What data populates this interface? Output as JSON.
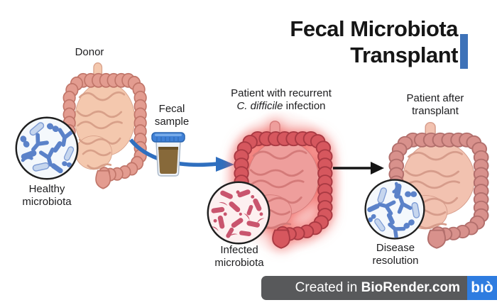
{
  "title": {
    "line1": "Fecal Microbiota",
    "line2": "Transplant"
  },
  "labels": {
    "donor": "Donor",
    "fecal_sample": "Fecal sample",
    "patient_recurrent_line1": "Patient with recurrent",
    "patient_recurrent_italic": "C. difficile",
    "patient_recurrent_suffix": " infection",
    "patient_after": "Patient after transplant",
    "healthy": "Healthy microbiota",
    "infected": "Infected microbiota",
    "resolution": "Disease resolution"
  },
  "footer": {
    "created_in": "Created in ",
    "brand": "BioRender.com",
    "logo_text": "bıò"
  },
  "colors": {
    "accent": "#3e72b8",
    "arrow_blue": "#2f6fbf",
    "ink": "#161616",
    "footer_bg": "#58595b",
    "footer_logo_bg": "#2e7ce0",
    "donor_colon": "#e39c90",
    "donor_si": "#f4c8ae",
    "infected_colon": "#d6575e",
    "infected_si": "#ee9e9c",
    "after_colon": "#d8918c",
    "after_si": "#f2c2b0",
    "microbe_blue": "#5b82c9",
    "microbe_red": "#c9556e",
    "jar_lid": "#3f80d6",
    "jar_content": "#87693a"
  }
}
